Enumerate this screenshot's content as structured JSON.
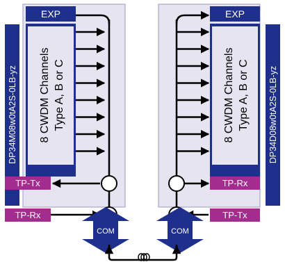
{
  "left_module": {
    "model": "DP34M08w0tA2S-0LB-yz",
    "exp_label": "EXP",
    "channels_line1": "8 CWDM Channels",
    "channels_line2": "Type A, B or C",
    "tp_top_label": "TP-Tx",
    "tp_bottom_label": "TP-Rx",
    "com_label": "COM"
  },
  "right_module": {
    "model": "DP34D08w0tA2S-0LB-yz",
    "exp_label": "EXP",
    "channels_line1": "8 CWDM Channels",
    "channels_line2": "Type A, B or C",
    "tp_top_label": "TP-Rx",
    "tp_bottom_label": "TP-Tx",
    "com_label": "COM"
  },
  "colors": {
    "panel_fill": "#e6e4f1",
    "panel_stroke": "#9a98c0",
    "navy": "#1f2f8c",
    "magenta": "#a32d8e",
    "line": "#000000",
    "white": "#ffffff"
  },
  "channel_count": 8
}
